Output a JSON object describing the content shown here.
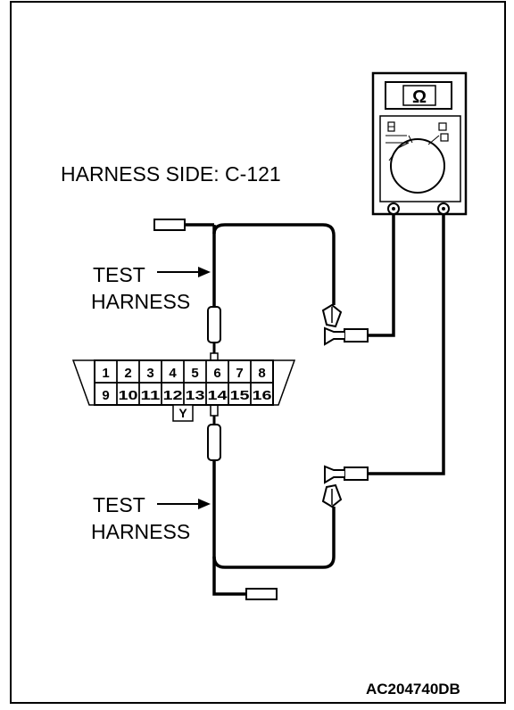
{
  "harness_side_label": "HARNESS SIDE: C-121",
  "test_harness_top": {
    "line1": "TEST",
    "line2": "HARNESS"
  },
  "test_harness_bottom": {
    "line1": "TEST",
    "line2": "HARNESS"
  },
  "meter_symbol": "Ω",
  "connector": {
    "top_row": [
      "1",
      "2",
      "3",
      "4",
      "5",
      "6",
      "7",
      "8"
    ],
    "bottom_row": [
      "9",
      "10",
      "11",
      "12",
      "13",
      "14",
      "15",
      "16"
    ],
    "key_label": "Y"
  },
  "figure_id": "AC204740DB"
}
